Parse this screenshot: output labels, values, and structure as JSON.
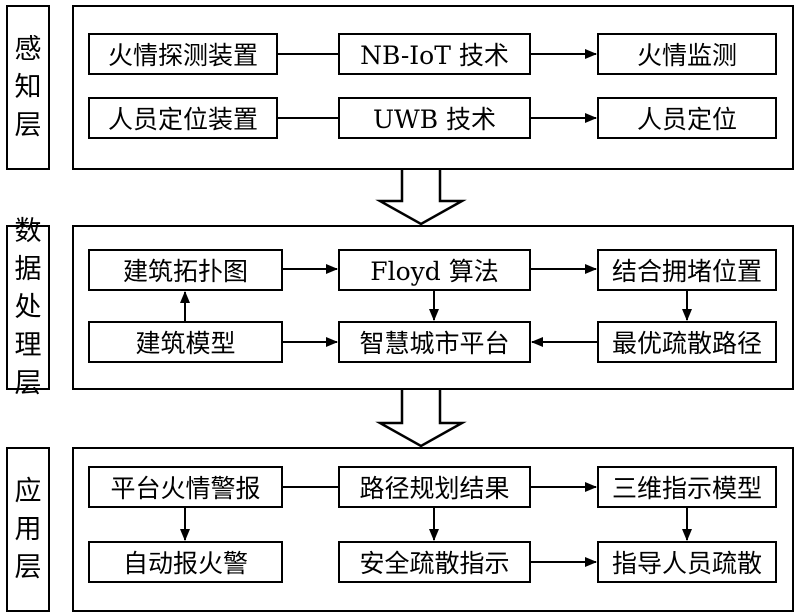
{
  "layers": [
    {
      "label": "感知层",
      "nodes": [
        {
          "id": "fire_detector",
          "text": "火情探测装置"
        },
        {
          "id": "nb_iot",
          "text": "NB-IoT 技术"
        },
        {
          "id": "fire_monitor",
          "text": "火情监测"
        },
        {
          "id": "person_locator",
          "text": "人员定位装置"
        },
        {
          "id": "uwb",
          "text": "UWB 技术"
        },
        {
          "id": "person_position",
          "text": "人员定位"
        }
      ]
    },
    {
      "label": "数据处理层",
      "nodes": [
        {
          "id": "topology",
          "text": "建筑拓扑图"
        },
        {
          "id": "floyd",
          "text": "Floyd 算法"
        },
        {
          "id": "congestion",
          "text": "结合拥堵位置"
        },
        {
          "id": "building_model",
          "text": "建筑模型"
        },
        {
          "id": "smart_city",
          "text": "智慧城市平台"
        },
        {
          "id": "optimal_route",
          "text": "最优疏散路径"
        }
      ]
    },
    {
      "label": "应用层",
      "nodes": [
        {
          "id": "platform_alarm",
          "text": "平台火情警报"
        },
        {
          "id": "route_result",
          "text": "路径规划结果"
        },
        {
          "id": "model_3d",
          "text": "三维指示模型"
        },
        {
          "id": "auto_alarm",
          "text": "自动报火警"
        },
        {
          "id": "safe_evac",
          "text": "安全疏散指示"
        },
        {
          "id": "guide_people",
          "text": "指导人员疏散"
        }
      ]
    }
  ],
  "edges": [
    {
      "from": "fire_detector",
      "to": "nb_iot",
      "arrow": false
    },
    {
      "from": "nb_iot",
      "to": "fire_monitor",
      "arrow": true
    },
    {
      "from": "person_locator",
      "to": "uwb",
      "arrow": false
    },
    {
      "from": "uwb",
      "to": "person_position",
      "arrow": true
    },
    {
      "from": "topology",
      "to": "floyd",
      "arrow": true
    },
    {
      "from": "floyd",
      "to": "congestion",
      "arrow": true
    },
    {
      "from": "building_model",
      "to": "topology",
      "arrow": true
    },
    {
      "from": "floyd",
      "to": "smart_city",
      "arrow": true
    },
    {
      "from": "congestion",
      "to": "optimal_route",
      "arrow": true
    },
    {
      "from": "building_model",
      "to": "smart_city",
      "arrow": true
    },
    {
      "from": "optimal_route",
      "to": "smart_city",
      "arrow": true
    },
    {
      "from": "platform_alarm",
      "to": "route_result",
      "arrow": false
    },
    {
      "from": "route_result",
      "to": "model_3d",
      "arrow": true
    },
    {
      "from": "platform_alarm",
      "to": "auto_alarm",
      "arrow": true
    },
    {
      "from": "route_result",
      "to": "safe_evac",
      "arrow": true
    },
    {
      "from": "model_3d",
      "to": "guide_people",
      "arrow": true
    },
    {
      "from": "safe_evac",
      "to": "guide_people",
      "arrow": true
    }
  ],
  "layer_transitions": [
    {
      "from_layer": "感知层",
      "to_layer": "数据处理层"
    },
    {
      "from_layer": "数据处理层",
      "to_layer": "应用层"
    }
  ]
}
